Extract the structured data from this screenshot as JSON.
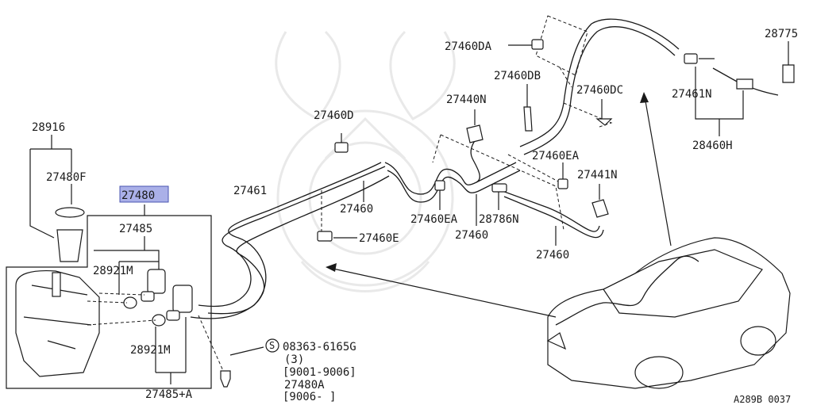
{
  "labels": {
    "p28916": "28916",
    "p27480F": "27480F",
    "p27480": "27480",
    "p27485": "27485",
    "p28921M_top": "28921M",
    "p28921M_bot": "28921M",
    "p27485A": "27485+A",
    "p27461": "27461",
    "p27460D": "27460D",
    "p27460_a": "27460",
    "p27460E": "27460E",
    "p27460EA_a": "27460EA",
    "p28786N": "28786N",
    "p27460_b": "27460",
    "p27460_c": "27460",
    "p27440N": "27440N",
    "p27460DA": "27460DA",
    "p27460DB": "27460DB",
    "p27460DC": "27460DC",
    "p27460EA_b": "27460EA",
    "p27441N": "27441N",
    "p28775": "28775",
    "p27461N": "27461N",
    "p28460H": "28460H"
  },
  "bolt_note": {
    "symbol": "S",
    "line1": "08363-6165G",
    "line2": "(3)",
    "line3": "[9001-9006]",
    "line4": "27480A",
    "line5": "[9006-     ]"
  },
  "diagram_code": "A289B 0037",
  "highlight_color": "#aab0e8"
}
